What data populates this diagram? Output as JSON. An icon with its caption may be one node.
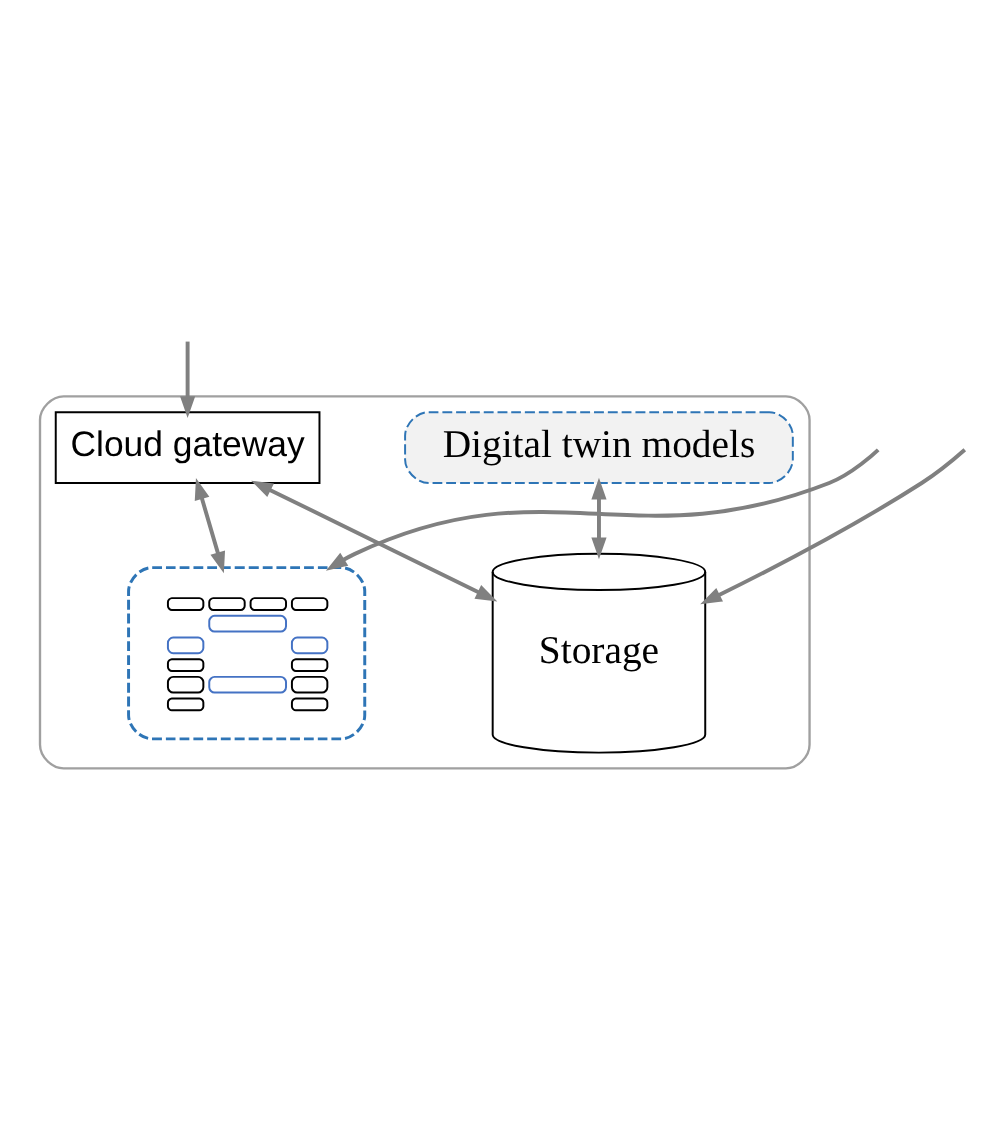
{
  "diagram": {
    "nodes": [
      {
        "text": [],
        "shape": "cloud"
      },
      {
        "text": [],
        "shape": "box",
        "in": 0
      },
      {
        "text": [],
        "shape": "picture",
        "in": 1
      },
      {
        "text": [
          "Digital twin models"
        ],
        "in": 0
      },
      {
        "text": [
          "Cloud gateway"
        ],
        "in": 0
      },
      {
        "text": [
          "Storage"
        ],
        "in": 0
      }
    ],
    "edges": [
      {
        "from": null,
        "to": 4,
        "arrow": "to"
      },
      {
        "from": 4,
        "to": 1,
        "arrow": "both"
      },
      {
        "from": 4,
        "to": 5,
        "arrow": "both"
      },
      {
        "from": 3,
        "to": 5,
        "arrow": "both"
      },
      {
        "from": null,
        "to": 1,
        "arrow": "to"
      },
      {
        "from": null,
        "to": 5,
        "arrow": "to"
      }
    ]
  }
}
